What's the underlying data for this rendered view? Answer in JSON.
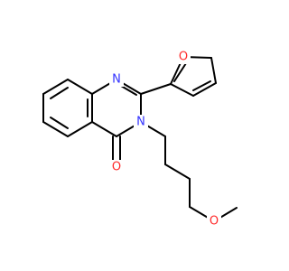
{
  "molecule": {
    "atom_labels": {
      "n1": "N",
      "n3": "N",
      "o_carbonyl": "O",
      "o_furan": "O",
      "o_ether": "O"
    },
    "colors": {
      "bond": "#000000",
      "nitrogen": "#3333ff",
      "oxygen": "#ff2a2a",
      "background": "#ffffff"
    }
  }
}
